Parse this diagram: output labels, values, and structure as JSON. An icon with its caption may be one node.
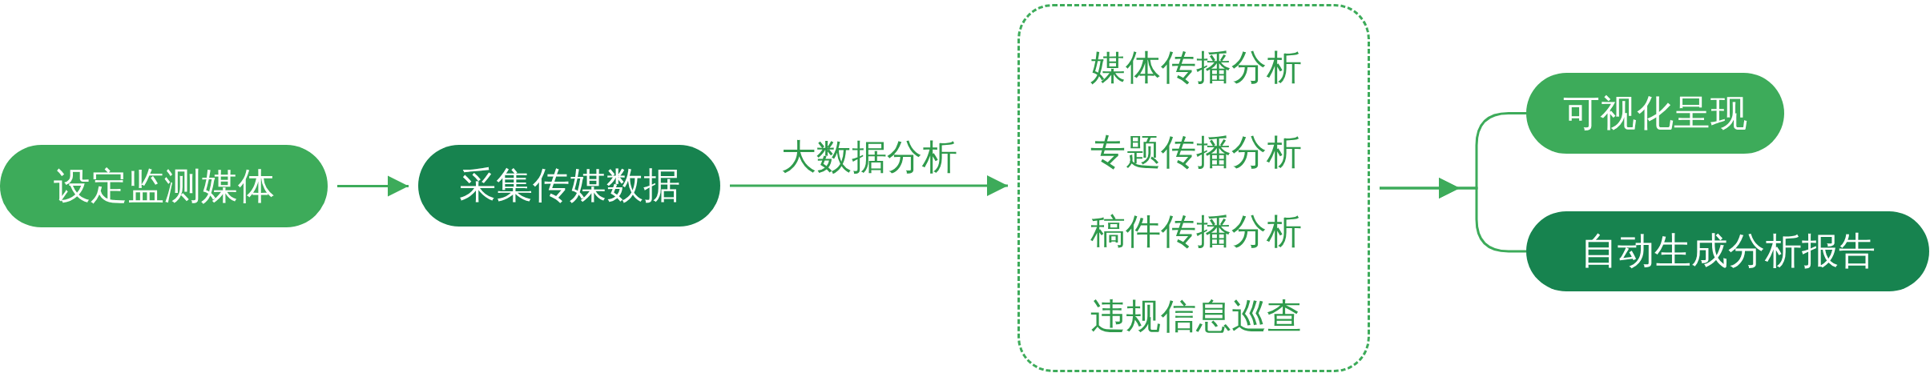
{
  "diagram": {
    "nodes": [
      {
        "text": [
          "设定监测媒体"
        ]
      },
      {
        "text": [
          "采集传媒数据"
        ]
      },
      {
        "text": [],
        "shape": "box"
      },
      {
        "text": [
          "媒体传播分析"
        ],
        "in": 2
      },
      {
        "text": [
          "专题传播分析"
        ],
        "in": 2
      },
      {
        "text": [
          "稿件传播分析"
        ],
        "in": 2
      },
      {
        "text": [
          "违规信息巡查"
        ],
        "in": 2
      },
      {
        "text": [
          "可视化呈现"
        ]
      },
      {
        "text": [
          "自动生成分析报告"
        ]
      }
    ],
    "edges": [
      {
        "from": 0,
        "to": 1,
        "arrow": "to"
      },
      {
        "from": 1,
        "to": 2,
        "arrow": "to",
        "label": "大数据分析"
      },
      {
        "from": 2,
        "to": 7,
        "arrow": "to"
      },
      {
        "from": 2,
        "to": 8,
        "arrow": "to"
      }
    ]
  }
}
